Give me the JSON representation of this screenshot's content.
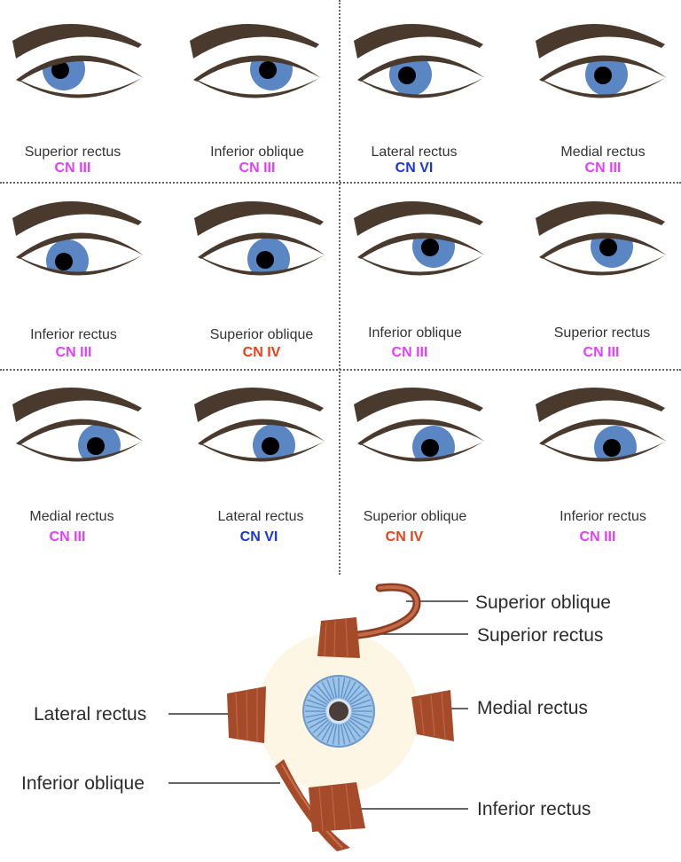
{
  "colors": {
    "cn3": "#e040fb",
    "cn4": "#e8401a",
    "cn6": "#1a35e0",
    "iris": "#5b86c4",
    "brow": "#4a3a2e",
    "muscle": "#a64b2a",
    "sclera": "#fdf6e4",
    "iris_detail": "#9cc3e8"
  },
  "panels": [
    {
      "muscle": "Superior rectus",
      "nerve": "CN III",
      "nerve_key": "cn3"
    },
    {
      "muscle": "Inferior oblique",
      "nerve": "CN III",
      "nerve_key": "cn3"
    },
    {
      "muscle": "Lateral rectus",
      "nerve": "CN VI",
      "nerve_key": "cn6"
    },
    {
      "muscle": "Medial rectus",
      "nerve": "CN III",
      "nerve_key": "cn3"
    },
    {
      "muscle": "Inferior rectus",
      "nerve": "CN III",
      "nerve_key": "cn3"
    },
    {
      "muscle": "Superior oblique",
      "nerve": "CN IV",
      "nerve_key": "cn4"
    },
    {
      "muscle": "Inferior oblique",
      "nerve": "CN III",
      "nerve_key": "cn3"
    },
    {
      "muscle": "Superior rectus",
      "nerve": "CN III",
      "nerve_key": "cn3"
    },
    {
      "muscle": "Medial rectus",
      "nerve": "CN III",
      "nerve_key": "cn3"
    },
    {
      "muscle": "Lateral rectus",
      "nerve": "CN VI",
      "nerve_key": "cn6"
    },
    {
      "muscle": "Superior oblique",
      "nerve": "CN IV",
      "nerve_key": "cn4"
    },
    {
      "muscle": "Inferior rectus",
      "nerve": "CN III",
      "nerve_key": "cn3"
    }
  ],
  "diagram": {
    "labels": {
      "superior_oblique": "Superior oblique",
      "superior_rectus": "Superior rectus",
      "lateral_rectus": "Lateral rectus",
      "medial_rectus": "Medial rectus",
      "inferior_oblique": "Inferior oblique",
      "inferior_rectus": "Inferior rectus"
    }
  }
}
